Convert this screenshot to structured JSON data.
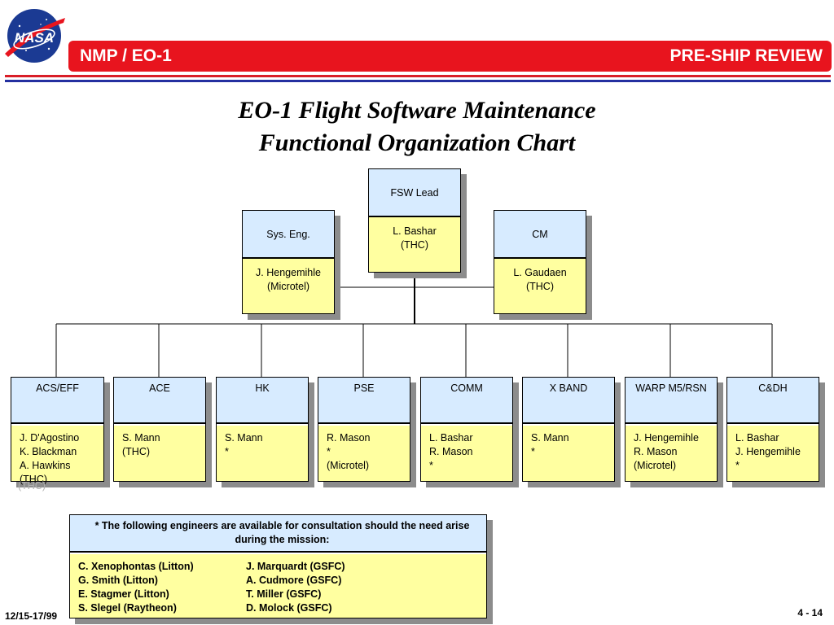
{
  "header": {
    "logo_text": "NASA",
    "left_title": "NMP / EO-1",
    "right_title": "PRE-SHIP REVIEW"
  },
  "title": {
    "line1": "EO-1 Flight Software Maintenance",
    "line2": "Functional Organization Chart"
  },
  "top": {
    "lead": {
      "role": "FSW Lead",
      "people": [
        "L. Bashar",
        "(THC)"
      ]
    },
    "sys_eng": {
      "role": "Sys. Eng.",
      "people": [
        "J. Hengemihle",
        "(Microtel)"
      ]
    },
    "cm": {
      "role": "CM",
      "people": [
        "L. Gaudaen",
        "(THC)"
      ]
    }
  },
  "subsystems": [
    {
      "role": "ACS/EFF",
      "people": [
        "J. D'Agostino",
        "K. Blackman",
        "A. Hawkins",
        "(THC)"
      ]
    },
    {
      "role": "ACE",
      "people": [
        "S. Mann",
        "(THC)"
      ]
    },
    {
      "role": "HK",
      "people": [
        "S. Mann",
        "*"
      ]
    },
    {
      "role": "PSE",
      "people": [
        "R. Mason",
        "*",
        "(Microtel)"
      ]
    },
    {
      "role": "COMM",
      "people": [
        "L. Bashar",
        "R. Mason",
        "*"
      ]
    },
    {
      "role": "X BAND",
      "people": [
        "S. Mann",
        "*"
      ]
    },
    {
      "role": "WARP M5/RSN",
      "people": [
        "J. Hengemihle",
        "R. Mason",
        "(Microtel)"
      ]
    },
    {
      "role": "C&DH",
      "people": [
        "L. Bashar",
        "J. Hengemihle",
        "*"
      ]
    }
  ],
  "ghost_text": "(THC)",
  "note": {
    "text": "* The following engineers are available for consultation should the need arise during the mission:",
    "col1": [
      "C. Xenophontas (Litton)",
      "G. Smith (Litton)",
      "E. Stagmer (Litton)",
      "S. Slegel (Raytheon)"
    ],
    "col2": [
      "J. Marquardt (GSFC)",
      "A. Cudmore (GSFC)",
      "T. Miller (GSFC)",
      "D. Molock (GSFC)"
    ]
  },
  "footer": {
    "date": "12/15-17/99",
    "page": "4 - 14"
  },
  "colors": {
    "banner": "#e8141e",
    "rule_red": "#d91d27",
    "rule_blue": "#2430a0",
    "box_head": "#d7ebff",
    "box_body": "#ffffa0",
    "shadow": "#8c8c8c"
  }
}
